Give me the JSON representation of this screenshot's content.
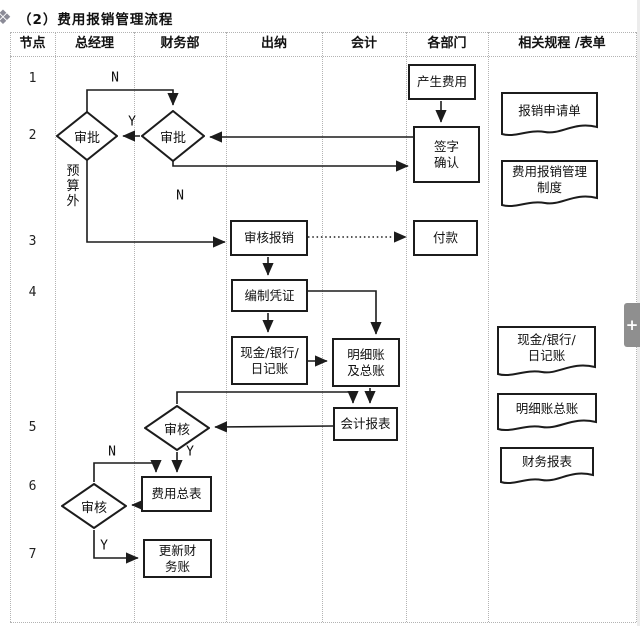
{
  "page": {
    "title": "（2）费用报销管理流程",
    "title_icon": "❖"
  },
  "table": {
    "columns": [
      "节点",
      "总经理",
      "财务部",
      "出纳",
      "会计",
      "各部门",
      "相关规程 /表单"
    ],
    "nodes": [
      "1",
      "2",
      "3",
      "4",
      "5",
      "6",
      "7"
    ]
  },
  "flow": {
    "generate_expense": "产生费用",
    "sign_confirm": "签字\n确认",
    "payment": "付款",
    "approve_gm": "审批",
    "approve_finance": "审批",
    "audit_reimburse": "审核报销",
    "prepare_voucher": "编制凭证",
    "cash_bank_journal": "现金/银行/\n日记账",
    "detail_general_ledger": "明细账\n及总账",
    "accounting_report": "会计报表",
    "audit_finance": "审核",
    "audit_gm": "审核",
    "expense_summary": "费用总表",
    "update_financial_account": "更新财\n务账"
  },
  "edge_labels": {
    "n_top": "N",
    "y_mid": "Y",
    "n_mid": "N",
    "over_budget": "预\n算\n外",
    "y_audit_finance": "Y",
    "n_audit_gm": "N",
    "y_audit_gm": "Y"
  },
  "documents": {
    "reimburse_request_form": "报销申请单",
    "expense_policy": "费用报销管理\n制度",
    "cash_bank_journal_doc": "现金/银行/\n日记账",
    "detail_general_ledger_doc": "明细账总账",
    "financial_report_doc": "财务报表"
  },
  "side_tab": {
    "plus": "+"
  }
}
